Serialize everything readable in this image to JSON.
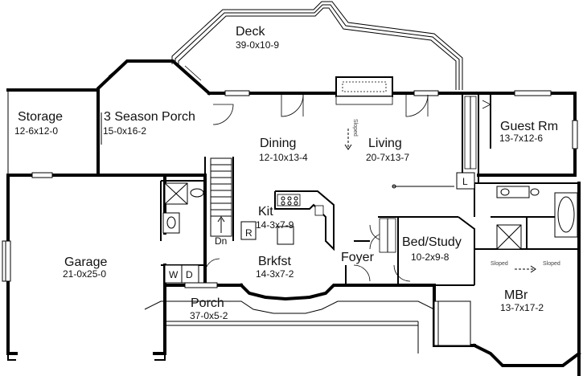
{
  "rooms": {
    "deck": {
      "name": "Deck",
      "size": "39-0x10-9"
    },
    "storage": {
      "name": "Storage",
      "size": "12-6x12-0"
    },
    "season_porch": {
      "name": "3 Season Porch",
      "size": "15-0x16-2"
    },
    "guest_rm": {
      "name": "Guest Rm",
      "size": "13-7x12-6"
    },
    "dining": {
      "name": "Dining",
      "size": "12-10x13-4"
    },
    "living": {
      "name": "Living",
      "size": "20-7x13-7"
    },
    "kit": {
      "name": "Kit",
      "size": "14-3x7-9"
    },
    "garage": {
      "name": "Garage",
      "size": "21-0x25-0"
    },
    "brkfst": {
      "name": "Brkfst",
      "size": "14-3x7-2"
    },
    "foyer": {
      "name": "Foyer"
    },
    "bed_study": {
      "name": "Bed/Study",
      "size": "10-2x9-8"
    },
    "mbr": {
      "name": "MBr",
      "size": "13-7x17-2"
    },
    "porch": {
      "name": "Porch",
      "size": "37-0x5-2"
    }
  },
  "marks": {
    "refrigerator": "R",
    "down": "Dn",
    "washer": "W",
    "dryer": "D",
    "linen": "L",
    "sloped": "Sloped"
  }
}
